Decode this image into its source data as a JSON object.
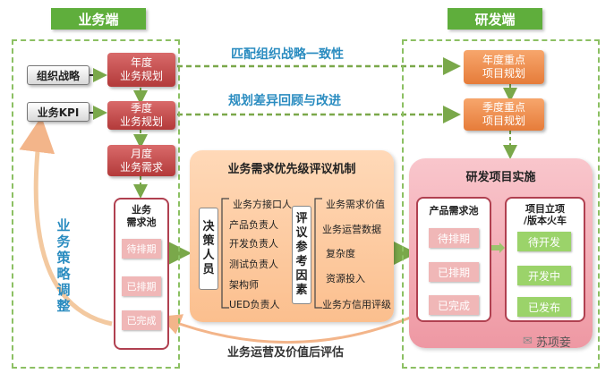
{
  "headers": {
    "business": "业务端",
    "rd": "研发端"
  },
  "inputs": {
    "org_strategy": "组织战略",
    "business_kpi": "业务KPI"
  },
  "business_plans": {
    "annual": "年度\n业务规划",
    "quarterly": "季度\n业务规划",
    "monthly": "月度\n业务需求"
  },
  "rd_plans": {
    "annual": "年度重点\n项目规划",
    "quarterly": "季度重点\n项目规划"
  },
  "flow_labels": {
    "match": "匹配组织战略一致性",
    "review": "规划差异回顾与改进",
    "post_eval": "业务运营及价值后评估"
  },
  "side_label": "业务策略调整",
  "business_pool": {
    "title": "业务\n需求池",
    "items": [
      "待排期",
      "已排期",
      "已完成"
    ]
  },
  "mechanism": {
    "title": "业务需求优先级评议机制",
    "decision_makers_label": "决\n策\n人\n员",
    "decision_makers": [
      "业务方接口人",
      "产品负责人",
      "开发负责人",
      "测试负责人",
      "架构师",
      "UED负责人"
    ],
    "factors_label": "评\n议\n参\n考\n因\n素",
    "factors": [
      "业务需求价值",
      "业务运营数据",
      "复杂度",
      "资源投入",
      "业务方信用评级"
    ]
  },
  "implementation": {
    "title": "研发项目实施",
    "product_pool": {
      "title": "产品需求池",
      "items": [
        "待排期",
        "已排期",
        "已完成"
      ]
    },
    "release_train": {
      "title": "项目立项\n/版本火车",
      "items": [
        "待开发",
        "开发中",
        "已发布"
      ]
    }
  },
  "watermark": "苏项妾"
}
